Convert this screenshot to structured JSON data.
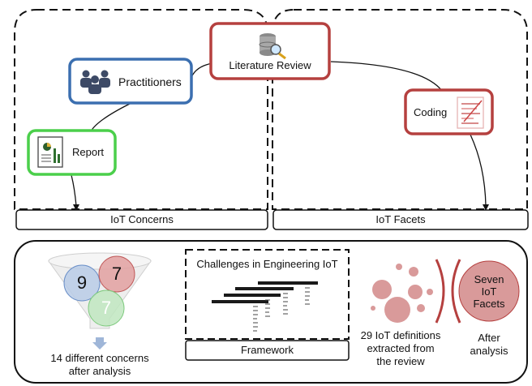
{
  "nodes": {
    "literature_review": "Literature Review",
    "practitioners": "Practitioners",
    "report": "Report",
    "coding": "Coding"
  },
  "groups": {
    "iot_concerns": "IoT Concerns",
    "iot_facets": "IoT Facets"
  },
  "bottom": {
    "funnel": {
      "values": [
        "9",
        "7",
        "7"
      ],
      "caption_line1": "14 different concerns",
      "caption_line2": "after analysis"
    },
    "framework": {
      "title": "Challenges in Engineering IoT",
      "label": "Framework"
    },
    "definitions": {
      "line1": "29 IoT definitions",
      "line2": "extracted from",
      "line3": "the review"
    },
    "facets": {
      "circle_line1": "Seven",
      "circle_line2": "IoT",
      "circle_line3": "Facets",
      "caption_line1": "After",
      "caption_line2": "analysis"
    }
  },
  "colors": {
    "literature_review_border": "#b5403f",
    "practitioners_border": "#3b6fb0",
    "report_border": "#4bcf4b",
    "coding_border": "#b5403f",
    "circle_blue": "#b9cbe6",
    "circle_red": "#e2a0a0",
    "circle_green": "#bfe6bf",
    "dots": "#d99a9a"
  }
}
